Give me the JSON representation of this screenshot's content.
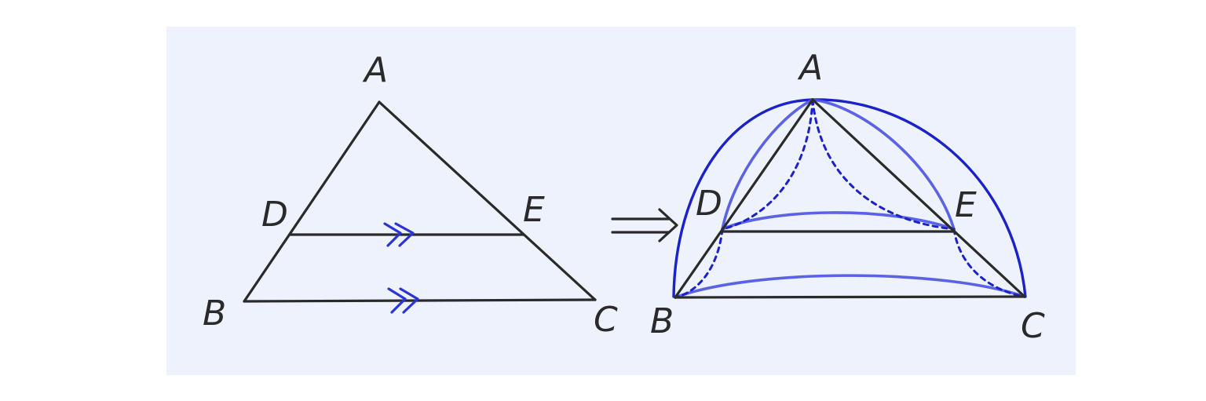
{
  "diagram": {
    "background_color": "#edf2fc",
    "left_figure": {
      "labels": {
        "A": "A",
        "B": "B",
        "C": "C",
        "D": "D",
        "E": "E"
      }
    },
    "right_figure": {
      "labels": {
        "A": "A",
        "B": "B",
        "C": "C",
        "D": "D",
        "E": "E"
      }
    },
    "colors": {
      "line": "#2a2a2a",
      "accent": "#1a22c8"
    }
  }
}
